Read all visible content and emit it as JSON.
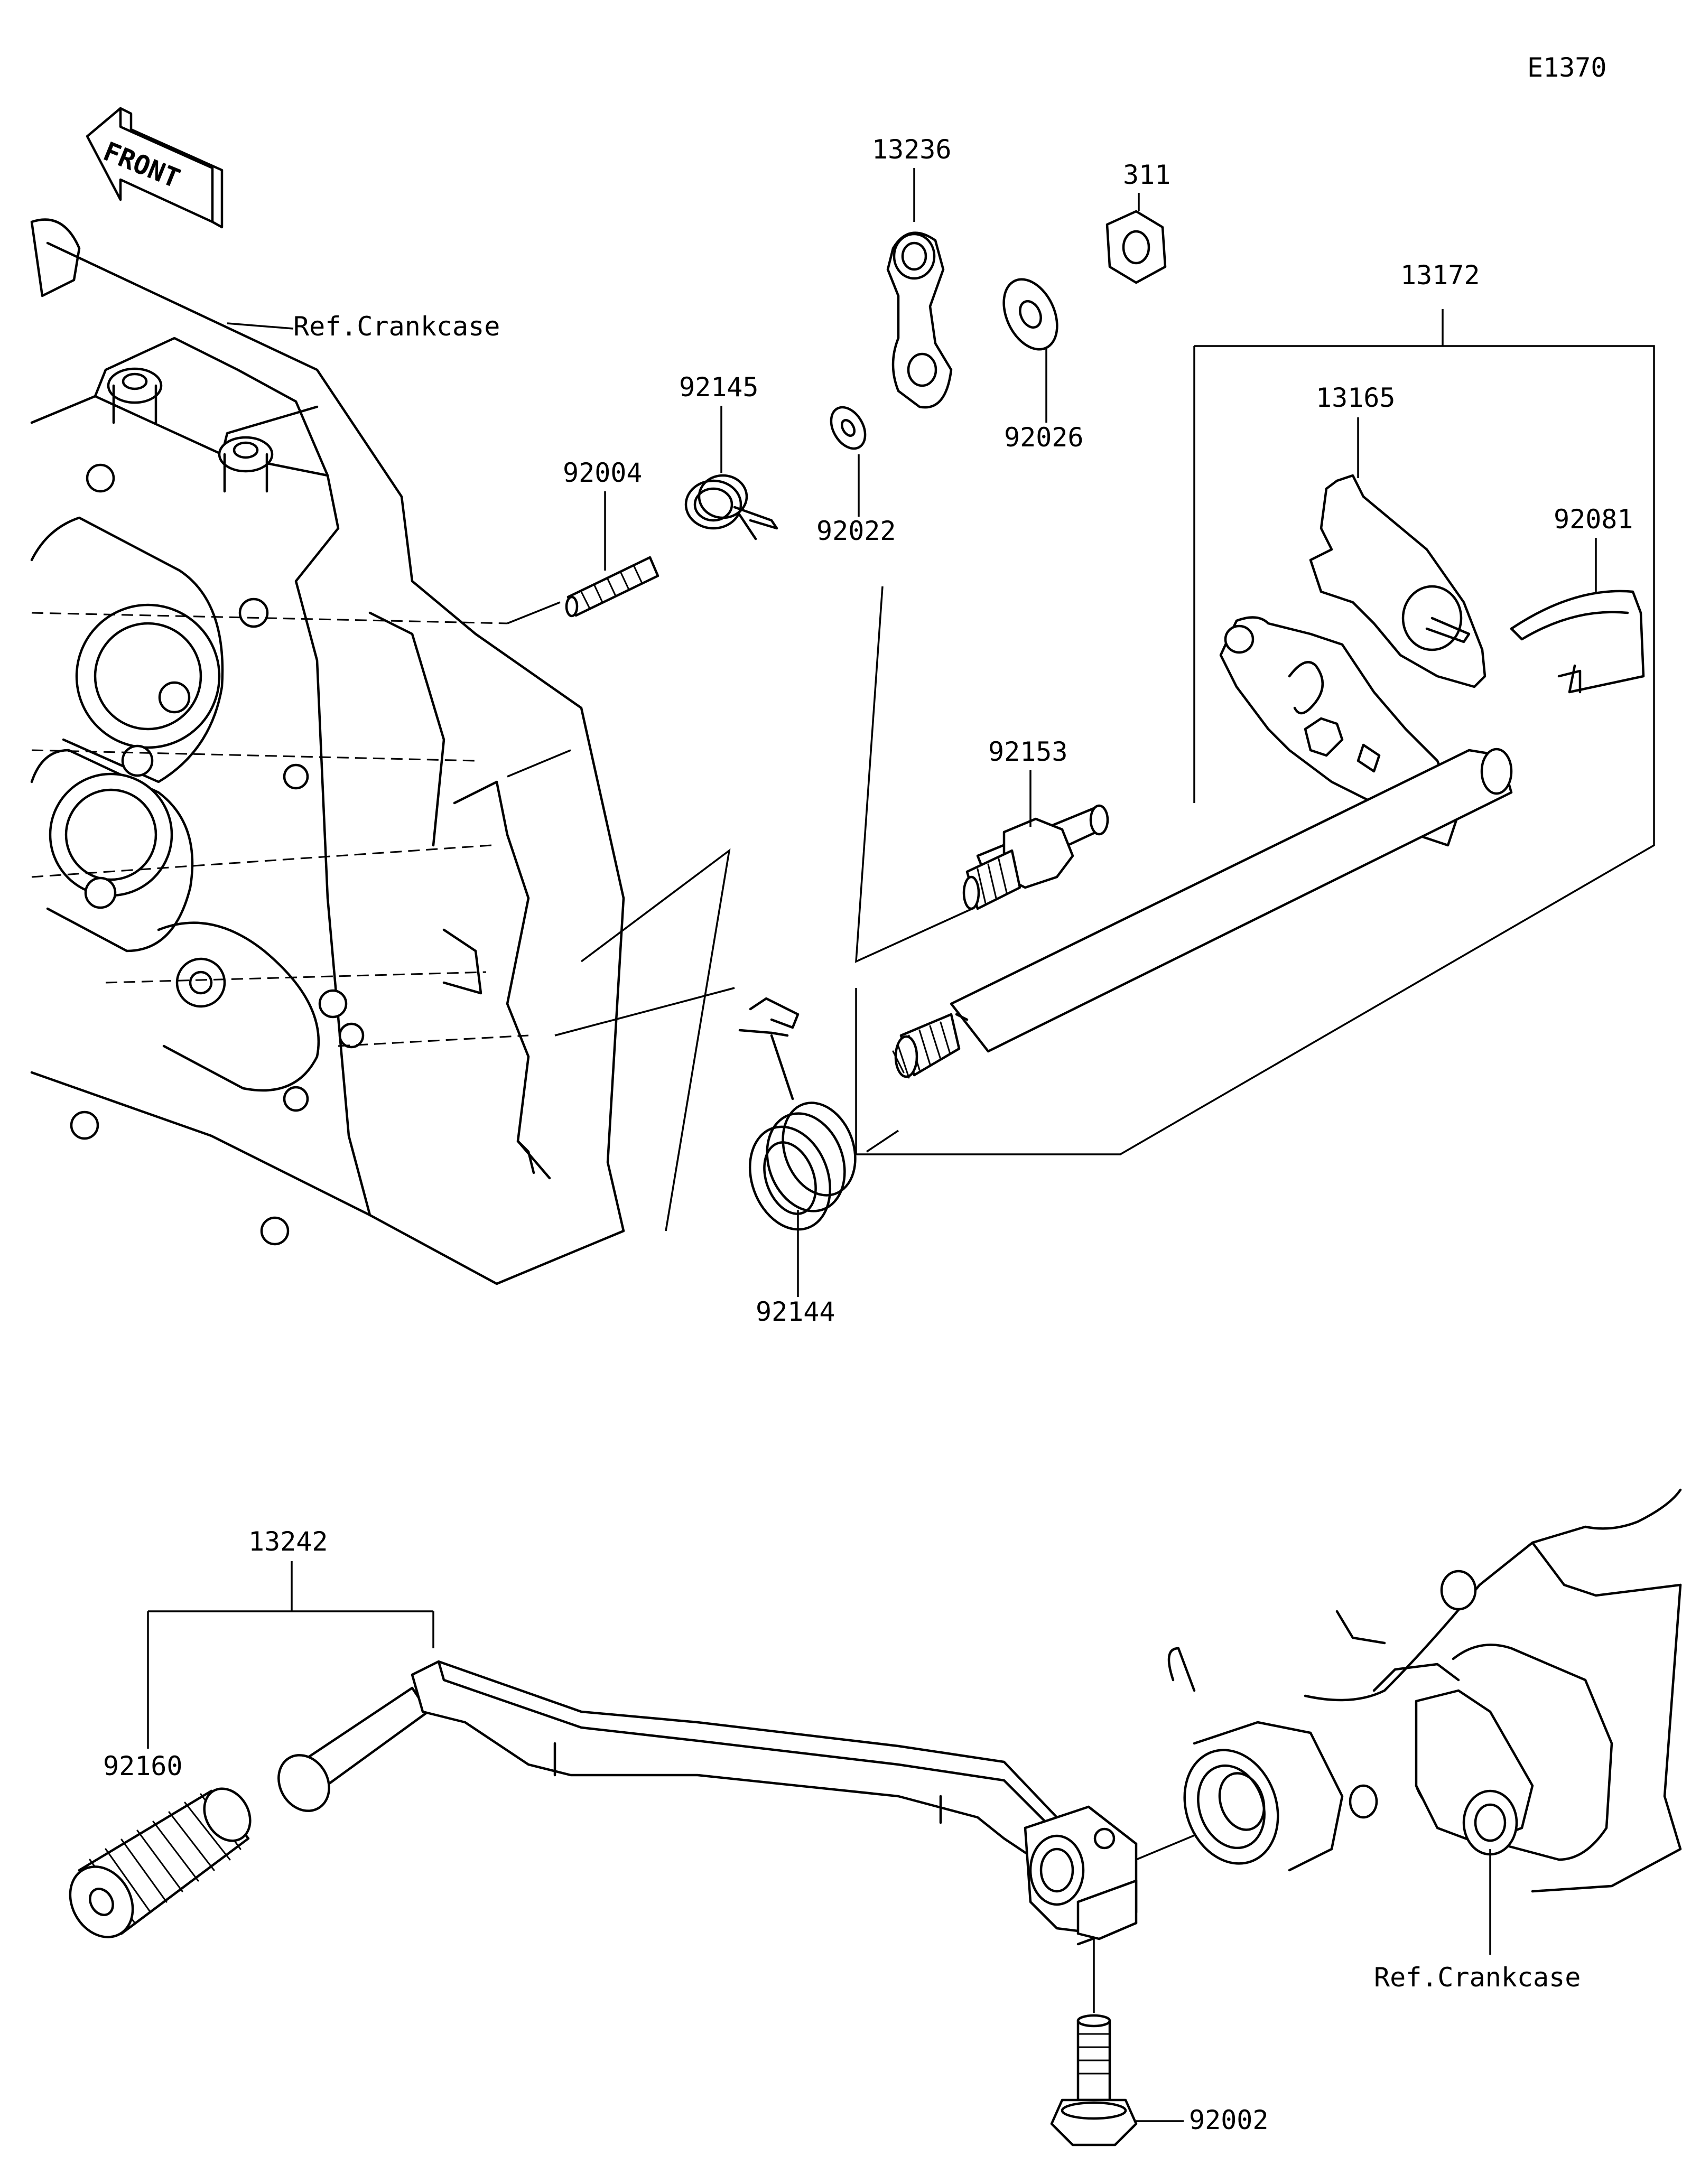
{
  "diagram_code": "E1370",
  "front_label": "FRONT",
  "labels": {
    "p13236": "13236",
    "p311": "311",
    "p13172": "13172",
    "p13165": "13165",
    "p92081": "92081",
    "p92145": "92145",
    "p92004": "92004",
    "p92022": "92022",
    "p92026": "92026",
    "p92153": "92153",
    "p92144": "92144",
    "p13242": "13242",
    "p92160": "92160",
    "p92002": "92002",
    "ref_crankcase_top": "Ref.Crankcase",
    "ref_crankcase_bottom": "Ref.Crankcase"
  }
}
